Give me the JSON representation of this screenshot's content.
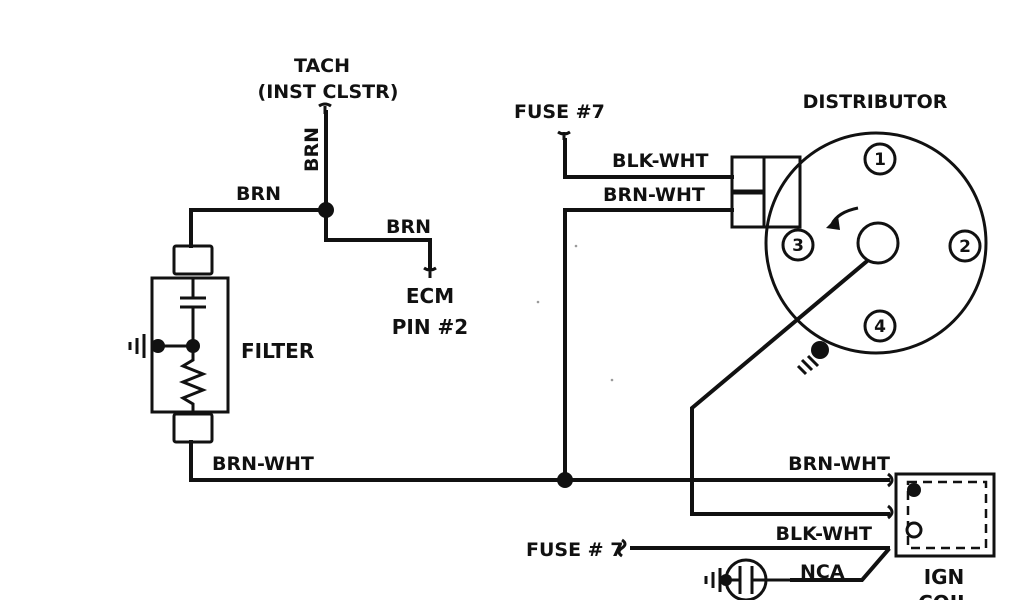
{
  "labels": {
    "tach_title": "TACH",
    "tach_sub": "(INST CLSTR)",
    "brn_vertical": "BRN",
    "brn_top": "BRN",
    "brn_ecm": "BRN",
    "ecm_line1": "ECM",
    "ecm_line2": "PIN #2",
    "filter": "FILTER",
    "brn_wht_left": "BRN-WHT",
    "fuse_top": "FUSE #7",
    "blk_wht_top": "BLK-WHT",
    "brn_wht_top": "BRN-WHT",
    "distributor": "DISTRIBUTOR",
    "brn_wht_right": "BRN-WHT",
    "blk_wht_bottom": "BLK-WHT",
    "fuse_bottom": "FUSE # 7",
    "nca": "NCA",
    "ign_line1": "IGN",
    "ign_line2": "COIL"
  },
  "distributor_terminals": [
    "1",
    "2",
    "3",
    "4"
  ]
}
